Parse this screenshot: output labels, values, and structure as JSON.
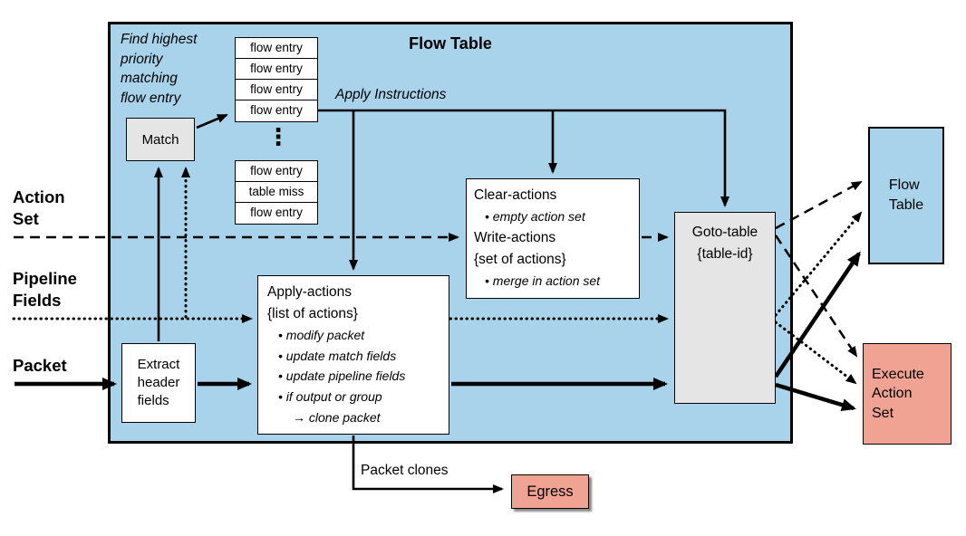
{
  "diagram": {
    "title": "Flow Table",
    "note": "Find highest\npriority\nmatching\nflow entry",
    "match": "Match",
    "flow_entries_top": [
      "flow entry",
      "flow entry",
      "flow entry",
      "flow entry"
    ],
    "ellipsis": "⋮",
    "flow_entries_bottom": [
      "flow entry",
      "table miss",
      "flow entry"
    ],
    "apply_instructions": "Apply Instructions",
    "clear_write_box": {
      "clear_title": "Clear-actions",
      "clear_item": "• empty action set",
      "write_title": "Write-actions",
      "write_subtitle": "{set of actions}",
      "write_item": "• merge in action set"
    },
    "apply_box": {
      "title": "Apply-actions",
      "subtitle": "{list of actions}",
      "items": [
        "• modify packet",
        "• update match fields",
        "• update pipeline fields",
        "• if output or group",
        "→ clone packet"
      ]
    },
    "goto_box": {
      "title": "Goto-table",
      "subtitle": "{table-id}"
    },
    "extract_box": "Extract\nheader\nfields",
    "labels": {
      "action_set": "Action\nSet",
      "pipeline_fields": "Pipeline\nFields",
      "packet": "Packet",
      "packet_clones": "Packet clones"
    },
    "outputs": {
      "flow_table": "Flow\nTable",
      "execute_action_set": "Execute\nAction\nSet",
      "egress": "Egress"
    },
    "colors": {
      "table_fill": "#a8d3ea",
      "output_fill": "#f0a392",
      "match_fill": "#e5e5e5",
      "arrow": "#000000"
    }
  }
}
